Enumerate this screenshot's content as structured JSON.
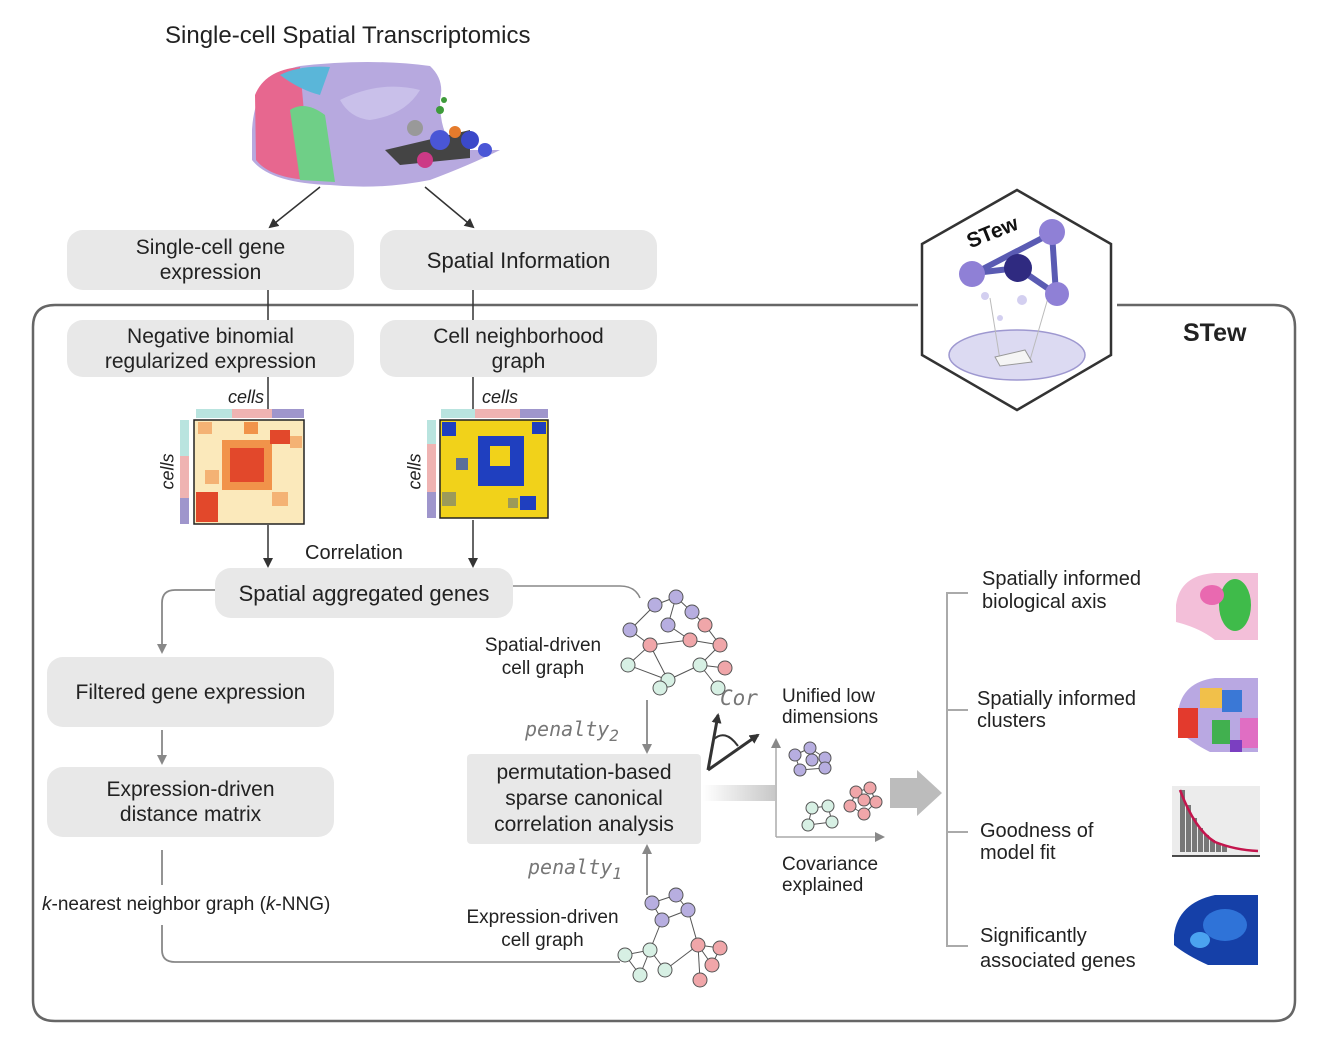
{
  "title": "Single-cell Spatial Transcriptomics",
  "top_boxes": {
    "gene_expression": "Single-cell gene expression",
    "spatial_information": "Spatial Information"
  },
  "framework_label": "STew",
  "logo_text": "STew",
  "steps": {
    "nb_regularized": "Negative binomial regularized expression",
    "cell_neighborhood": "Cell neighborhood graph",
    "matrix_axis": "cells",
    "correlation": "Correlation",
    "spatial_aggregated": "Spatial aggregated genes",
    "filtered": "Filtered gene expression",
    "distance_matrix": "Expression-driven distance matrix",
    "knng_prefix": "k",
    "knng_mid": "-nearest neighbor graph (",
    "knng_k": "k",
    "knng_suffix": "-NNG)",
    "spatial_graph": "Spatial-driven cell graph",
    "expression_graph": "Expression-driven cell graph",
    "penalty2": "penalty",
    "penalty2_sub": "2",
    "penalty1": "penalty",
    "penalty1_sub": "1",
    "pscca": "permutation-based sparse canonical correlation analysis",
    "cor": "Cor",
    "unified": "Unified low dimensions",
    "covariance": "Covariance explained"
  },
  "outputs": [
    {
      "label": "Spatially informed biological axis"
    },
    {
      "label": "Spatially informed clusters"
    },
    {
      "label": "Goodness of model fit"
    },
    {
      "label": "Significantly associated genes"
    }
  ],
  "colors": {
    "purple_node": "#b7aee0",
    "pink_node": "#f0a6a9",
    "mint_node": "#d7f0e4",
    "box_gray": "#e8e8e8",
    "heat_red": "#e2482b",
    "heat_yellow": "#f1d21a",
    "heat_blue": "#1f3fbf"
  }
}
